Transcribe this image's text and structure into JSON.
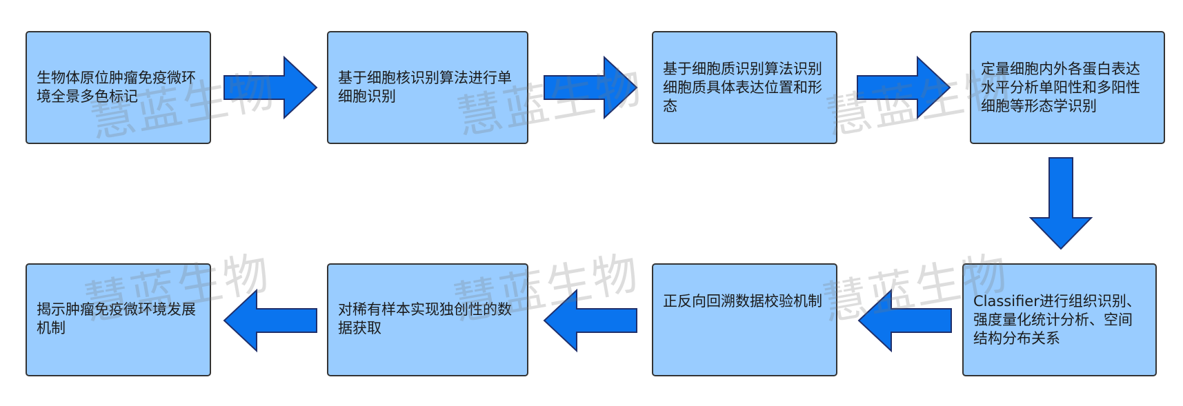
{
  "watermark": "慧蓝生物",
  "steps": [
    {
      "text": "生物体原位肿瘤免疫微环境全景多色标记"
    },
    {
      "text": "基于细胞核识别算法进行单细胞识别"
    },
    {
      "text": "基于细胞质识别算法识别细胞质具体表达位置和形态"
    },
    {
      "text": "定量细胞内外各蛋白表达水平分析单阳性和多阳性细胞等形态学识别"
    },
    {
      "text": "Classifier进行组织识别、强度量化统计分析、空间结构分布关系"
    },
    {
      "text": "正反向回溯数据校验机制"
    },
    {
      "text": "对稀有样本实现独创性的数据获取"
    },
    {
      "text": "揭示肿瘤免疫微环境发展机制"
    }
  ],
  "colors": {
    "box_fill": "#99ccff",
    "box_border": "#333333",
    "arrow_fill": "#0a74ee",
    "arrow_stroke": "#1f2f6b"
  }
}
